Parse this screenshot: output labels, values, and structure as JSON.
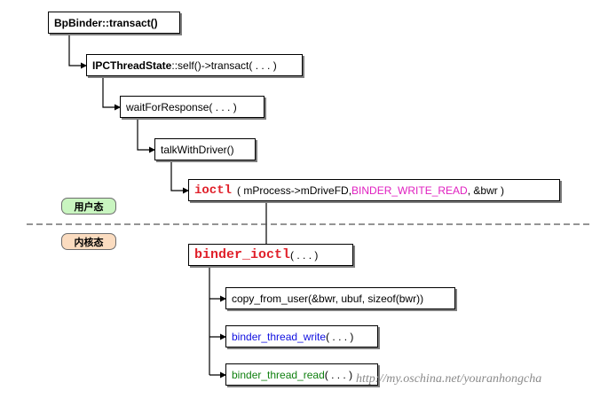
{
  "nodes": {
    "bpbinder": "BpBinder::transact()",
    "ipc_bold": "IPCThreadState",
    "ipc_rest": "::self()->transact( . . . )",
    "wait": "waitForResponse( . . . )",
    "talk": "talkWithDriver()",
    "ioctl_fn": "ioctl",
    "ioctl_args_open": "( mProcess->mDriveFD, ",
    "ioctl_arg_cmd": "BINDER_WRITE_READ",
    "ioctl_args_close": ", &bwr )",
    "binder_ioctl_fn": "binder_ioctl",
    "binder_ioctl_args": "( . . . )",
    "copy": "copy_from_user(&bwr, ubuf, sizeof(bwr))",
    "write_fn": "binder_thread_write",
    "write_args": "( . . . )",
    "read_fn": "binder_thread_read",
    "read_args": "( . . . )"
  },
  "labels": {
    "user_mode": "用户态",
    "kernel_mode": "内核态"
  },
  "watermark": "http://my.oschina.net/youranhongcha",
  "colors": {
    "user_tag_fill": "#c9f5c0",
    "kernel_tag_fill": "#fbdcc0",
    "function_red": "#e0202a",
    "command_magenta": "#e020c0",
    "write_blue": "#1010e0",
    "read_green": "#108010"
  }
}
